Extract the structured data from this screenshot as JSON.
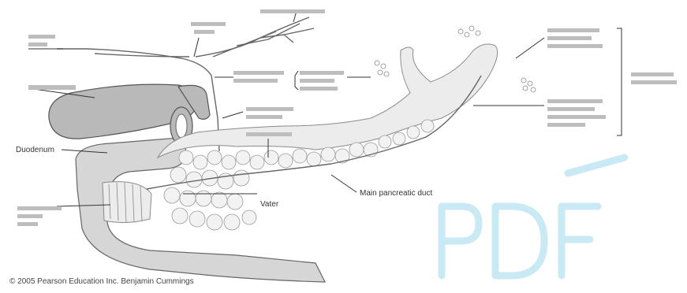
{
  "labels": {
    "duodenum": "Duodenum",
    "main_duct": "Main pancreatic duct",
    "ampulla": "Vater"
  },
  "copyright": "© 2005 Pearson Education Inc. Benjamin Cummings",
  "colors": {
    "organ": "#d6d6d6",
    "ink": "#333333",
    "watermark": "#bfe6f2"
  }
}
